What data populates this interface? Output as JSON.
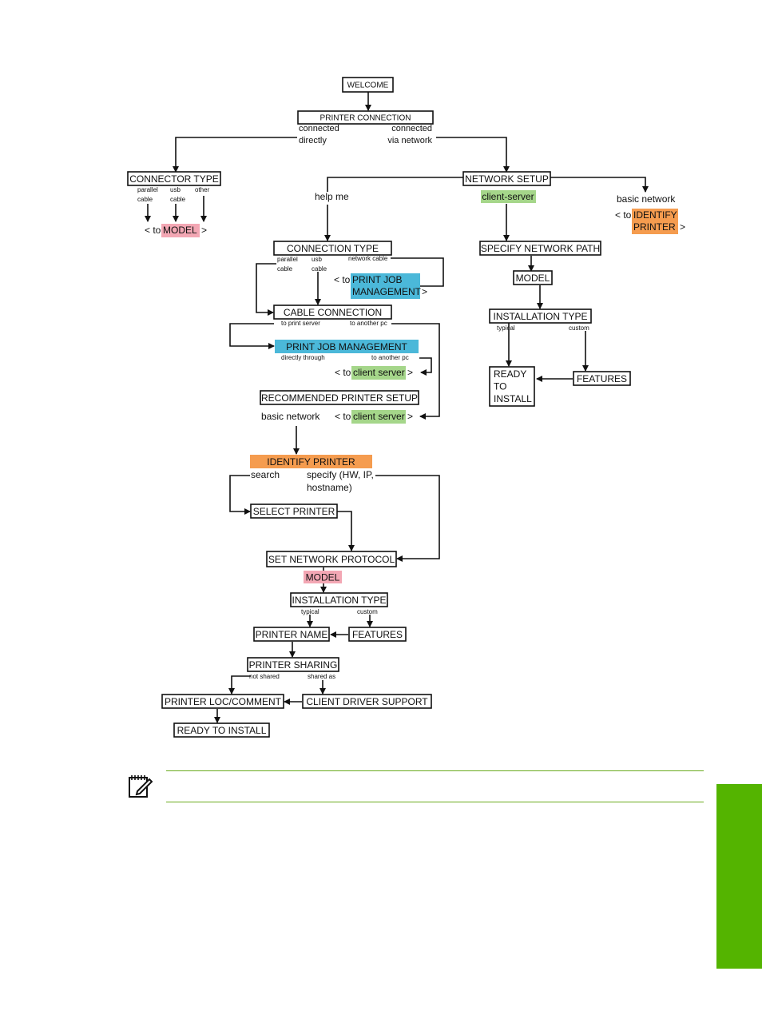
{
  "colors": {
    "pink": "#f3a7b4",
    "blue": "#4bb8d9",
    "green": "#a5d68a",
    "orange": "#f59c4f",
    "tab": "#54b400",
    "rule": "#6aab1e"
  },
  "nodes": {
    "welcome": "WELCOME",
    "printer_connection": "PRINTER CONNECTION",
    "connector_type": "CONNECTOR TYPE",
    "network_setup": "NETWORK SETUP",
    "connection_type": "CONNECTION TYPE",
    "specify_network_path": "SPECIFY NETWORK PATH",
    "model_right": "MODEL",
    "installation_type_right": "INSTALLATION TYPE",
    "ready_to_install_right": [
      "READY",
      "TO",
      "INSTALL"
    ],
    "features_right": "FEATURES",
    "cable_connection": "CABLE CONNECTION",
    "print_job_management": "PRINT JOB MANAGEMENT",
    "recommended_printer_setup": "RECOMMENDED PRINTER SETUP",
    "identify_printer": "IDENTIFY PRINTER",
    "select_printer": "SELECT PRINTER",
    "set_network_protocol": "SET NETWORK PROTOCOL",
    "model_bottom": "MODEL",
    "installation_type_bottom": "INSTALLATION TYPE",
    "printer_name": "PRINTER NAME",
    "features_bottom": "FEATURES",
    "printer_sharing": "PRINTER SHARING",
    "printer_loc_comment": "PRINTER LOC/COMMENT",
    "client_driver_support": "CLIENT DRIVER SUPPORT",
    "ready_to_install_bottom": "READY TO INSTALL"
  },
  "labels": {
    "connected_directly": [
      "connected",
      "directly"
    ],
    "connected_via_network": [
      "connected",
      "via network"
    ],
    "parallel_cable": [
      "parallel",
      "cable"
    ],
    "usb_cable": [
      "usb",
      "cable"
    ],
    "other": "other",
    "to_model": {
      "pre": "< to ",
      "hl": "MODEL",
      "post": " >"
    },
    "help_me": "help me",
    "client_server": "client-server",
    "basic_network_top": "basic network",
    "to_identify_printer": {
      "pre": "< to ",
      "hl": [
        "IDENTIFY",
        "PRINTER"
      ],
      "post": " >"
    },
    "parallel_cable_2": [
      "parallel",
      "cable"
    ],
    "usb_cable_2": [
      "usb",
      "cable"
    ],
    "network_cable": "network cable",
    "to_print_job_management": {
      "pre": "< to ",
      "hl": [
        "PRINT JOB",
        "MANAGEMENT"
      ],
      "post": " >"
    },
    "to_print_server": "to print server",
    "to_another_pc_1": "to another pc",
    "directly_through": "directly through",
    "to_another_pc_2": "to another pc",
    "to_client_server_1": {
      "pre": "< to ",
      "hl": "client server",
      "post": " >"
    },
    "basic_network_mid": "basic network",
    "to_client_server_2": {
      "pre": "< to ",
      "hl": "client server",
      "post": " >"
    },
    "search": "search",
    "specify_hw": [
      "specify (HW, IP,",
      "hostname)"
    ],
    "typical_right": "typical",
    "custom_right": "custom",
    "typical_bottom": "typical",
    "custom_bottom": "custom",
    "not_shared": "not shared",
    "shared_as": "shared as"
  }
}
